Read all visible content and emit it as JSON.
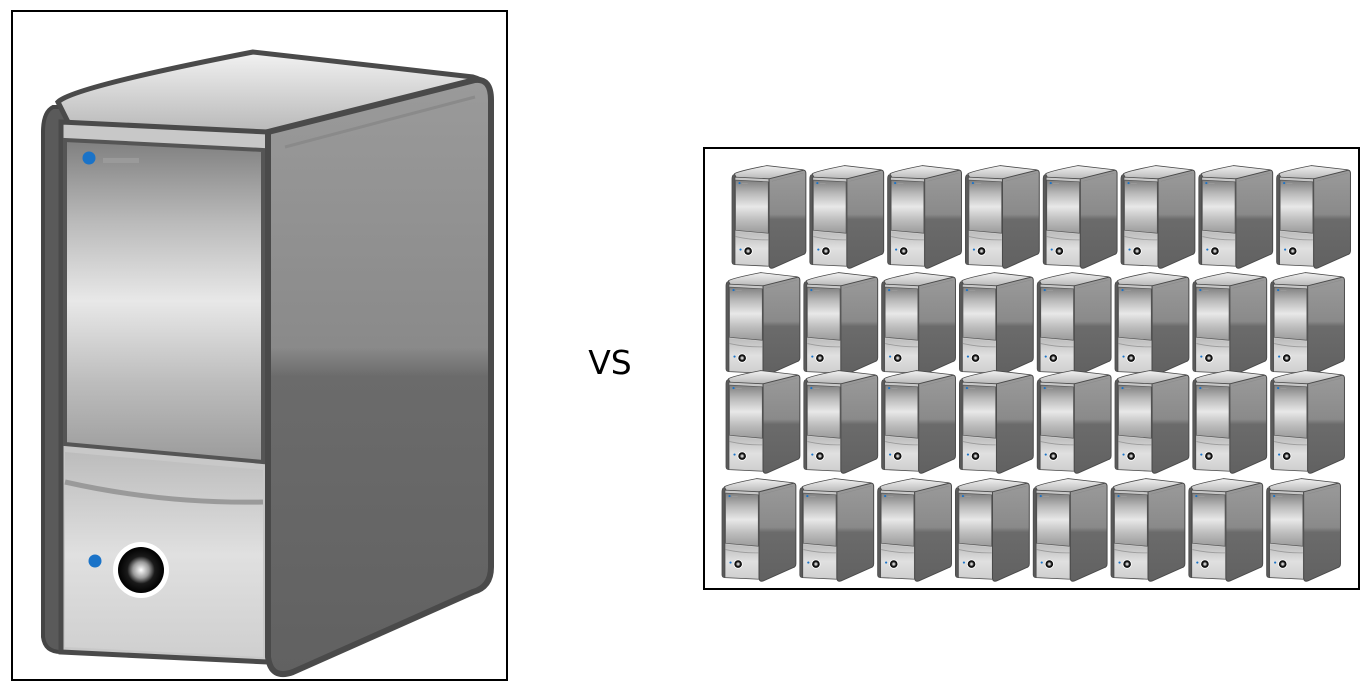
{
  "comparison": {
    "vs_label": "VS"
  },
  "single_server": {
    "icon": "server-tower-icon",
    "count": 1
  },
  "server_cluster": {
    "icon": "server-tower-icon",
    "rows": 4,
    "columns": 8,
    "count": 32
  },
  "colors": {
    "frame_border": "#000000",
    "server_side": "#6e6e6e",
    "server_outline": "#4a4a4a",
    "server_front_light": "#e6e6e6",
    "server_front_dark": "#8c8c8c",
    "led": "#1a73c8"
  }
}
